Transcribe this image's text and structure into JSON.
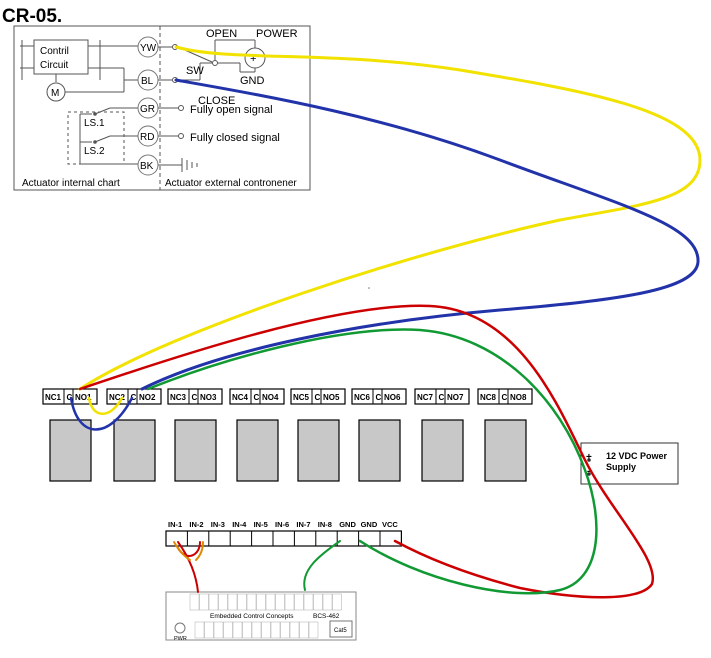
{
  "title": "CR-05.",
  "colors": {
    "yellow": "#f2e200",
    "blue": "#2233aa",
    "red": "#cc0000",
    "green": "#119933",
    "relay_fill": "#c8c8c8",
    "gr_text": "#22aa22",
    "rd_text": "#cc2222",
    "yw_text": "#d8c800",
    "bl_text": "#2233aa"
  },
  "actuator_chart": {
    "control_line1": "Contril",
    "control_line2": "Circuit",
    "motor": "M",
    "ls1": "LS.1",
    "ls2": "LS.2",
    "wires": {
      "yw": "YW",
      "bl": "BL",
      "gr": "GR",
      "rd": "RD",
      "bk": "BK"
    },
    "open": "OPEN",
    "power": "POWER",
    "sw": "SW",
    "gnd": "GND",
    "close": "CLOSE",
    "plus": "+",
    "fully_open": "Fully open signal",
    "fully_closed": "Fully closed signal",
    "internal_caption": "Actuator internal chart",
    "external_caption": "Actuator external contronener"
  },
  "relay_terminals": [
    {
      "nc": "NC1",
      "c": "C",
      "no": "NO1"
    },
    {
      "nc": "NC2",
      "c": "C",
      "no": "NO2"
    },
    {
      "nc": "NC3",
      "c": "C",
      "no": "NO3"
    },
    {
      "nc": "NC4",
      "c": "C",
      "no": "NO4"
    },
    {
      "nc": "NC5",
      "c": "C",
      "no": "NO5"
    },
    {
      "nc": "NC6",
      "c": "C",
      "no": "NO6"
    },
    {
      "nc": "NC7",
      "c": "C",
      "no": "NO7"
    },
    {
      "nc": "NC8",
      "c": "C",
      "no": "NO8"
    }
  ],
  "power_supply": {
    "label_line1": "12 VDC Power",
    "label_line2": "Supply",
    "plus": "+",
    "minus": "-"
  },
  "input_terminals": [
    "IN-1",
    "IN-2",
    "IN-3",
    "IN-4",
    "IN-5",
    "IN-6",
    "IN-7",
    "IN-8",
    "GND",
    "GND",
    "VCC"
  ],
  "controller_board": {
    "name": "Embedded Control Concepts",
    "model": "BCS-462",
    "pwr": "PWR",
    "cat5": "Cat5"
  }
}
